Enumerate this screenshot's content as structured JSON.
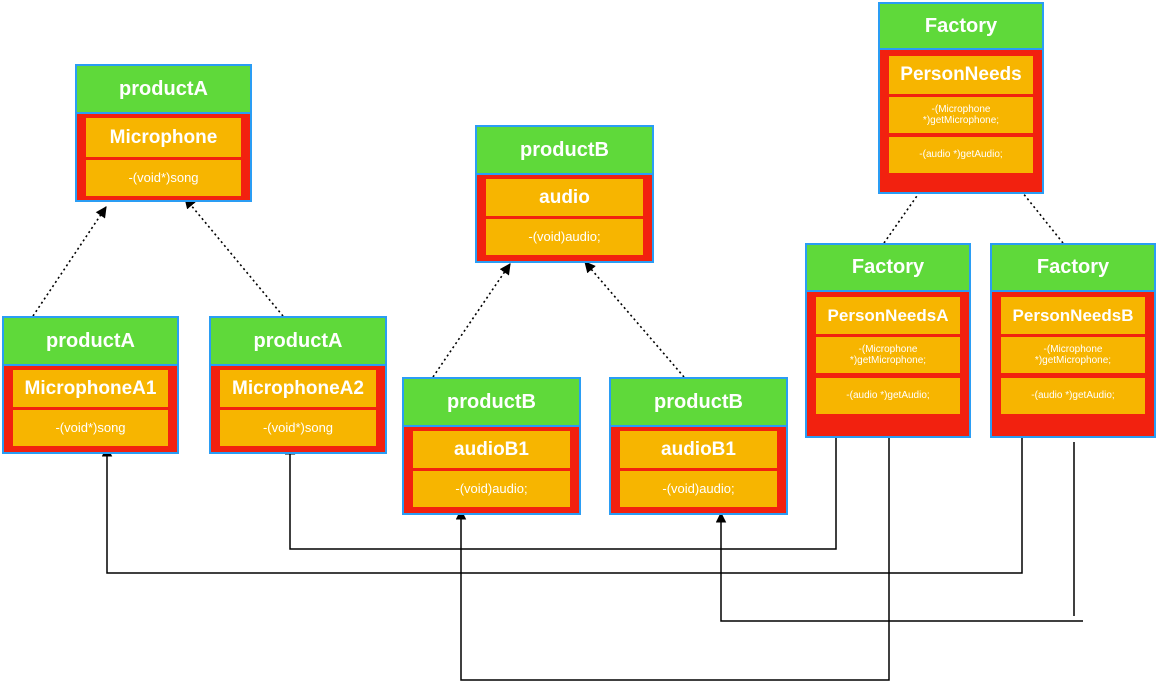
{
  "nodes": {
    "product_a_top": {
      "header": "productA",
      "title": "Microphone",
      "methods": [
        "-(void*)song"
      ]
    },
    "product_b_top": {
      "header": "productB",
      "title": "audio",
      "methods": [
        "-(void)audio;"
      ]
    },
    "factory_top": {
      "header": "Factory",
      "title": "PersonNeeds",
      "methods": [
        "-(Microphone *)getMicrophone;",
        "-(audio *)getAudio;"
      ]
    },
    "product_a1": {
      "header": "productA",
      "title": "MicrophoneA1",
      "methods": [
        "-(void*)song"
      ]
    },
    "product_a2": {
      "header": "productA",
      "title": "MicrophoneA2",
      "methods": [
        "-(void*)song"
      ]
    },
    "product_b1": {
      "header": "productB",
      "title": "audioB1",
      "methods": [
        "-(void)audio;"
      ]
    },
    "product_b1_alt": {
      "header": "productB",
      "title": "audioB1",
      "methods": [
        "-(void)audio;"
      ]
    },
    "factory_a": {
      "header": "Factory",
      "title": "PersonNeedsA",
      "methods": [
        "-(Microphone *)getMicrophone;",
        "-(audio *)getAudio;"
      ]
    },
    "factory_b": {
      "header": "Factory",
      "title": "PersonNeedsB",
      "methods": [
        "-(Microphone *)getMicrophone;",
        "-(audio *)getAudio;"
      ]
    }
  },
  "colors": {
    "header_green": "#5fd93a",
    "body_red": "#f2210f",
    "cell_orange": "#f7b500",
    "border_blue": "#2a9df4"
  }
}
